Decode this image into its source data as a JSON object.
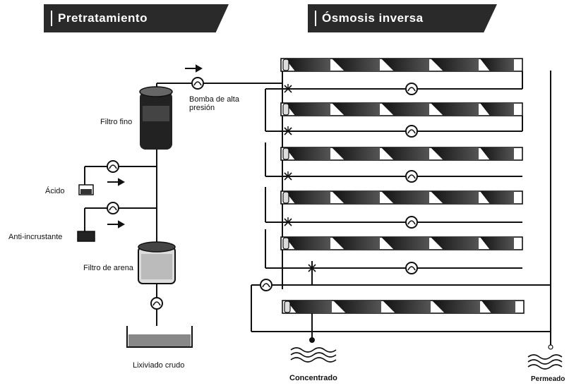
{
  "banners": {
    "pretreatment": "Pretratamiento",
    "reverse_osmosis": "Ósmosis inversa"
  },
  "labels": {
    "high_pressure_pump": "Bomba de alta presión",
    "fine_filter": "Filtro fino",
    "acid": "Ácido",
    "antiscalant": "Anti-incrustante",
    "sand_filter": "Filtro de arena",
    "raw_water": "Lixiviado crudo",
    "concentrate": "Concentrado",
    "permeate": "Permeado"
  }
}
